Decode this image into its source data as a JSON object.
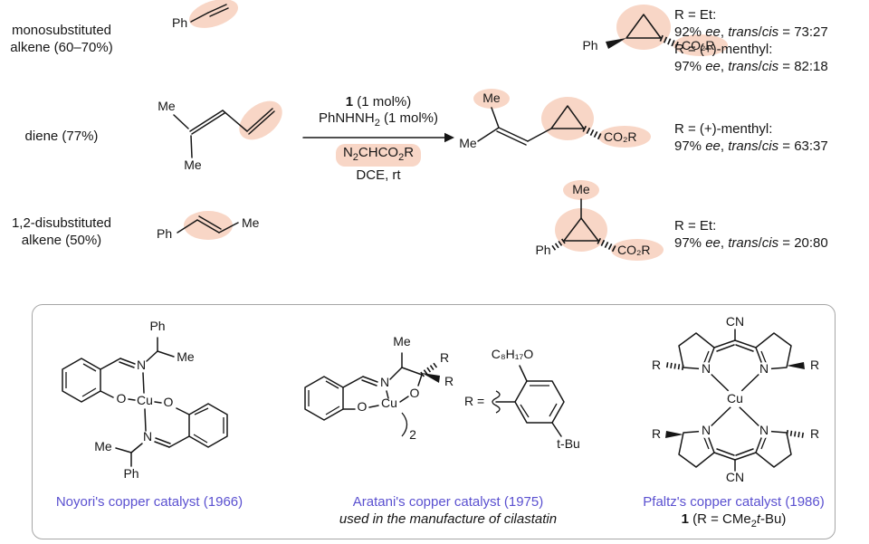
{
  "colors": {
    "highlight": "#f8d6c6",
    "caption": "#5a50d0",
    "ink": "#161616",
    "border": "#a6a6a6"
  },
  "reactions": [
    {
      "substrate_label": {
        "line1": "monosubstituted",
        "line2": "alkene (60–70%)"
      },
      "results": [
        [
          {
            "t": "R = Et:"
          }
        ],
        [
          {
            "t": "92% "
          },
          {
            "t": "ee",
            "s": "i"
          },
          {
            "t": ", "
          },
          {
            "t": "trans",
            "s": "i"
          },
          {
            "t": "/"
          },
          {
            "t": "cis",
            "s": "i"
          },
          {
            "t": " = 73:27"
          }
        ],
        [
          {
            "t": "R = (+)-menthyl:"
          }
        ],
        [
          {
            "t": "97% "
          },
          {
            "t": "ee",
            "s": "i"
          },
          {
            "t": ", "
          },
          {
            "t": "trans",
            "s": "i"
          },
          {
            "t": "/"
          },
          {
            "t": "cis",
            "s": "i"
          },
          {
            "t": " = 82:18"
          }
        ]
      ]
    },
    {
      "substrate_label": {
        "line1": "diene (77%)"
      },
      "results": [
        [
          {
            "t": "R = (+)-menthyl:"
          }
        ],
        [
          {
            "t": "97% "
          },
          {
            "t": "ee",
            "s": "i"
          },
          {
            "t": ", "
          },
          {
            "t": "trans",
            "s": "i"
          },
          {
            "t": "/"
          },
          {
            "t": "cis",
            "s": "i"
          },
          {
            "t": " = 63:37"
          }
        ]
      ]
    },
    {
      "substrate_label": {
        "line1": "1,2-disubstituted",
        "line2": "alkene (50%)"
      },
      "results": [
        [
          {
            "t": "R = Et:"
          }
        ],
        [
          {
            "t": "97% "
          },
          {
            "t": "ee",
            "s": "i"
          },
          {
            "t": ", "
          },
          {
            "t": "trans",
            "s": "i"
          },
          {
            "t": "/"
          },
          {
            "t": "cis",
            "s": "i"
          },
          {
            "t": " = 20:80"
          }
        ]
      ]
    }
  ],
  "conditions": {
    "above_line1": [
      {
        "t": "1",
        "s": "b"
      },
      {
        "t": " (1 mol%)"
      }
    ],
    "above_line2": [
      {
        "t": "PhNHNH"
      },
      {
        "t": "2",
        "s": "sub"
      },
      {
        "t": " (1 mol%)"
      }
    ],
    "reagent": [
      {
        "t": "N"
      },
      {
        "t": "2",
        "s": "sub"
      },
      {
        "t": "CHCO"
      },
      {
        "t": "2",
        "s": "sub"
      },
      {
        "t": "R"
      }
    ],
    "solvent": [
      {
        "t": "DCE, rt"
      }
    ]
  },
  "structures": {
    "styrene": {
      "ph": "Ph"
    },
    "product1": {
      "ph": "Ph",
      "ester": "CO₂R"
    },
    "diene": {
      "me_top": "Me",
      "me_bottom": "Me"
    },
    "product2": {
      "me_top": "Me",
      "me_left": "Me",
      "ester": "CO₂R"
    },
    "alkene": {
      "ph": "Ph",
      "me": "Me"
    },
    "product3": {
      "me": "Me",
      "ph": "Ph",
      "ester": "CO₂R"
    },
    "noyori": {
      "ph_top": "Ph",
      "me_top": "Me",
      "n_top": "N",
      "o_left": "O",
      "cu": "Cu",
      "o_right": "O",
      "n_bottom": "N",
      "me_bottom": "Me",
      "ph_bottom": "Ph"
    },
    "aratani": {
      "me": "Me",
      "n": "N",
      "r_hash": "R",
      "r_bold": "R",
      "o_alkoxide": "O",
      "o_phenol": "O",
      "cu": "Cu",
      "dimer_sub": "2",
      "r_equals": "R =",
      "alkoxy": "C₈H₁₇O",
      "tbu": "t-Bu"
    },
    "pfaltz": {
      "cn_top": "CN",
      "cn_bottom": "CN",
      "cu": "Cu",
      "n": "N",
      "r": "R"
    }
  },
  "catalyst_panel": {
    "noyori_caption": "Noyori's copper catalyst (1966)",
    "aratani_caption": "Aratani's copper catalyst (1975)",
    "aratani_note": [
      {
        "t": "used in the manufacture of cilastatin",
        "s": "i"
      }
    ],
    "pfaltz_caption": "Pfaltz's copper catalyst (1986)",
    "pfaltz_note": [
      {
        "t": "1",
        "s": "b"
      },
      {
        "t": " (R = CMe"
      },
      {
        "t": "2",
        "s": "sub"
      },
      {
        "t": "t",
        "s": "i"
      },
      {
        "t": "-Bu)"
      }
    ]
  }
}
